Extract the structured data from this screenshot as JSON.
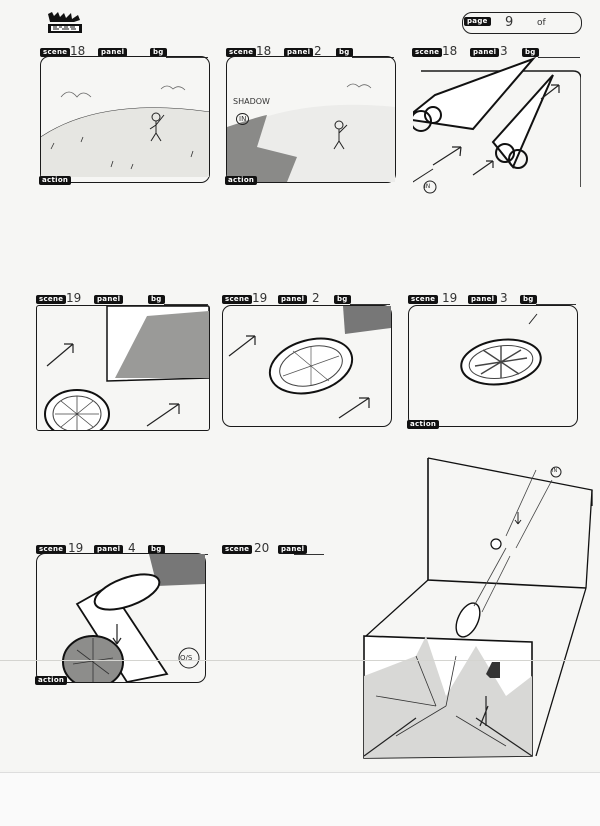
{
  "header": {
    "page_label": "page",
    "page_number": "9",
    "of_label": "of",
    "logo_icon": "show-logo-icon"
  },
  "labels": {
    "scene": "scene",
    "panel": "panel",
    "bg": "bg",
    "action": "action"
  },
  "rows": [
    {
      "panels": [
        {
          "scene": "18",
          "panel": "",
          "shot": "Character standing on grassy hill under sky"
        },
        {
          "scene": "18",
          "panel": "2",
          "note": "SHADOW",
          "marker": "IN"
        },
        {
          "scene": "18",
          "panel": "3",
          "marker": "IN"
        }
      ]
    },
    {
      "panels": [
        {
          "scene": "19",
          "panel": ""
        },
        {
          "scene": "19",
          "panel": "2"
        },
        {
          "scene": "19",
          "panel": "3"
        }
      ]
    },
    {
      "panels": [
        {
          "scene": "19",
          "panel": "4",
          "marker": "O/S"
        },
        {
          "scene": "20",
          "panel": "",
          "marker": "IN"
        }
      ]
    }
  ]
}
